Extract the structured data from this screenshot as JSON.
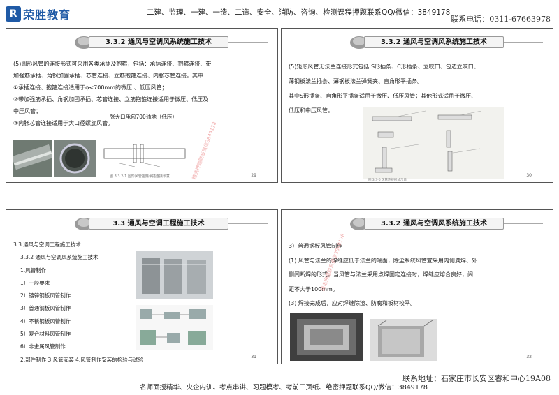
{
  "header": {
    "logo_text": "荣胜教育",
    "logo_glyph": "R",
    "courses": "二建、监理、一建、一造、二造、安全、消防、咨询、检测课程押题联系QQ/微信：3849178",
    "phone": "联系电话：0311-67663978"
  },
  "slides": [
    {
      "title": "3.3.2 通风与空调风系统施工技术",
      "lines": [
        "(5)圆形风管的连接形式可采用各类承插及抱箍，包括：承插连接、抱箍连接、带",
        "加强筋承插、角钢加固承插、芯管连接、立筋抱箍连接、内胀芯管连接。其中:",
        "①承插连接、抱箍连接适用于φ<700mm的微压 、低压风管；",
        "②带加强筋承插、角钢加固承插、芯管连接、立筋抱箍连接适用于微压、低压及",
        "中压风管；",
        "③内胀芯管连接适用于大口径螺旋风管。"
      ],
      "note": "张大口承包700油地（低压）",
      "caption": "图 3.3.2-1  圆形风管抱箍承插连接示意",
      "watermark": "精选押题联系微信3849178",
      "page": "29"
    },
    {
      "title": "3.3.2 通风与空调风系统施工技术",
      "lines": [
        "(5)矩形风管无法兰连接形式包括:S形插条、C形插条、立咬口、包边立咬口、",
        "薄钢板法兰插条、薄钢板法兰弹簧夹、直角形平插条。",
        "其中S形插条、直角形平插条适用于微压、低压风管；其他形式适用于微压、",
        "低压和中压风管。"
      ],
      "caption": "图 3.3-6  风管连接形式示意",
      "page": "30"
    },
    {
      "title": "3.3 通风与空调工程施工技术",
      "lines": [
        "3.3  通风与空调工程施工技术",
        "3.3.2 通风与空调风系统施工技术",
        "1.风管制作",
        "1）一般要求",
        "2）镀锌钢板风管制作",
        "3）普通钢板风管制作",
        "4）不锈钢板风管制作",
        "5）复合材料风管制作",
        "6）非金属风管制作",
        "2.部件制作     3.风管安装     4.风管制作安装的检验与试验"
      ],
      "page": "31"
    },
    {
      "title": "3.3.2 通风与空调风系统施工技术",
      "lines": [
        "3）普通钢板风管制作",
        "(1) 风管与法兰的焊缝应低于法兰的端面，除尘系统风管宜采用内侧满焊、外",
        "侧间断焊的形式。当风管与法兰采用点焊固定连接时，焊缝应熔合良好，间",
        "距不大于100mm。",
        "(3) 焊接完成后，应对焊缝除渣、防腐和板材校平。"
      ],
      "watermark": "精选押题联系微信3849178",
      "page": "32"
    }
  ],
  "footer": {
    "address": "联系地址：石家庄市长安区睿和中心19A08",
    "promo": "名师面授精华、央企内训、考点串讲、习题模考、考前三页纸、绝密押题联系QQ/微信：3849178"
  }
}
